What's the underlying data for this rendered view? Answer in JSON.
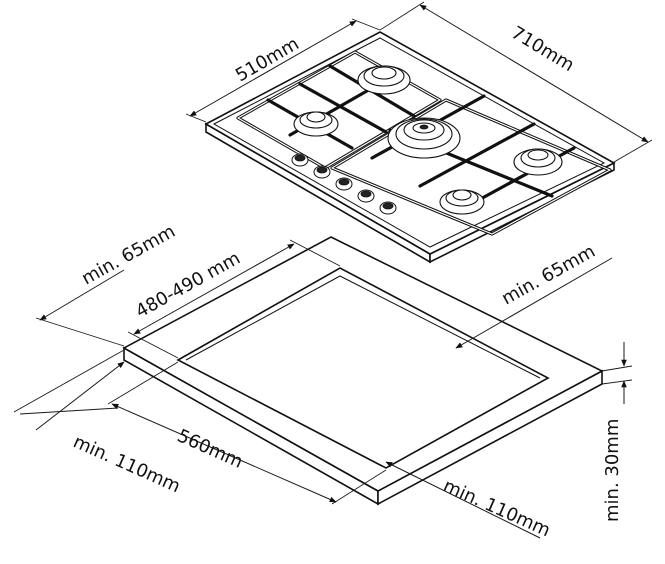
{
  "dimensions": {
    "hob_depth": "510mm",
    "hob_width": "710mm",
    "cutout_depth": "480-490 mm",
    "cutout_width": "560mm",
    "clearance_rear": "min. 65mm",
    "clearance_right": "min. 65mm",
    "clearance_front": "min. 110mm",
    "clearance_bottom_right": "min. 110mm",
    "worktop_thickness": "min. 30mm"
  },
  "icons": {
    "hob": "gas-hob-five-burner-illustration",
    "worktop": "worktop-cutout-illustration"
  }
}
